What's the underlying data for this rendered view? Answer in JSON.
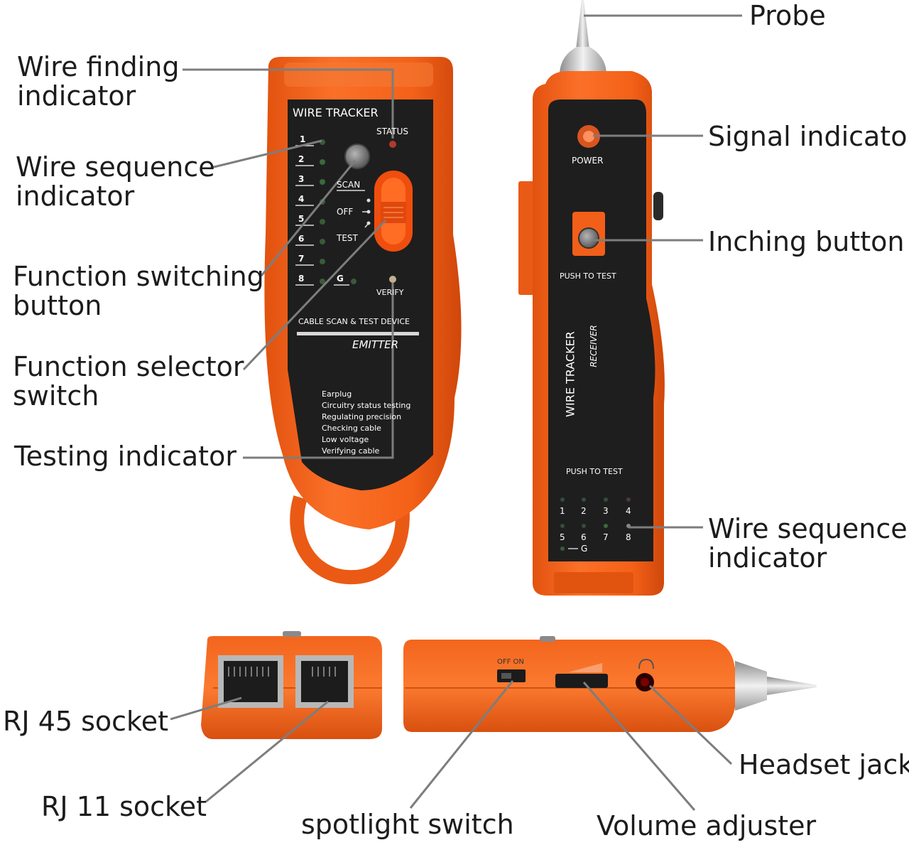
{
  "callouts": {
    "wire_finding": [
      "Wire finding",
      "indicator"
    ],
    "wire_sequence_left": [
      "Wire sequence",
      "indicator"
    ],
    "function_switching": [
      "Function switching",
      "button"
    ],
    "function_selector": [
      "Function selector",
      "switch"
    ],
    "testing_indicator": "Testing indicator",
    "probe": "Probe",
    "signal_indicator": "Signal indicator",
    "inching_button": "Inching button",
    "wire_sequence_right": [
      "Wire sequence",
      "indicator"
    ],
    "rj45": "RJ 45 socket",
    "rj11": "RJ 11 socket",
    "spotlight": "spotlight switch",
    "volume": "Volume adjuster",
    "headset": "Headset jack"
  },
  "emitter": {
    "brand": "WIRE TRACKER",
    "status": "STATUS",
    "numbers": [
      "1",
      "2",
      "3",
      "4",
      "5",
      "6",
      "7",
      "8"
    ],
    "ground": "G",
    "scan": "SCAN",
    "off": "OFF",
    "test": "TEST",
    "verify": "VERIFY",
    "device_line": "CABLE SCAN & TEST DEVICE",
    "model": "EMITTER",
    "features": [
      "Earplug",
      "Circuitry status testing",
      "Regulating precision",
      "Checking cable",
      "Low voltage",
      "Verifying cable"
    ]
  },
  "receiver": {
    "power": "POWER",
    "push_to_test_top": "PUSH TO TEST",
    "brand": "WIRE TRACKER",
    "model": "RECEIVER",
    "push_to_test_bottom": "PUSH TO TEST",
    "row1": [
      "1",
      "2",
      "3",
      "4"
    ],
    "row2": [
      "5",
      "6",
      "7",
      "8"
    ],
    "ground": "G"
  },
  "side_panel": {
    "off_on": "OFF ON"
  },
  "colors": {
    "body_orange": "#f7631a",
    "dark_orange": "#d94a0c",
    "panel_black": "#1e1e1e",
    "leader_gray": "#7d7d7d"
  }
}
